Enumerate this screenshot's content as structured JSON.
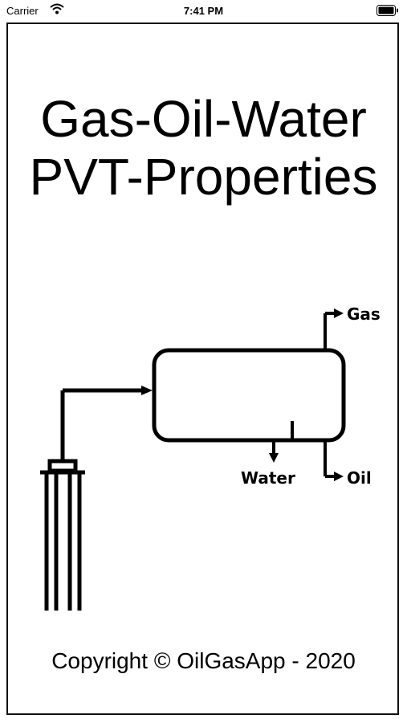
{
  "status_bar": {
    "carrier": "Carrier",
    "time": "7:41 PM"
  },
  "title": {
    "line1": "Gas-Oil-Water",
    "line2": "PVT-Properties"
  },
  "diagram": {
    "gas_label": "Gas",
    "water_label": "Water",
    "oil_label": "Oil"
  },
  "footer": {
    "copyright": "Copyright © OilGasApp  - 2020"
  },
  "icons": [
    "wifi-icon",
    "battery-icon",
    "separator-diagram-icon"
  ]
}
